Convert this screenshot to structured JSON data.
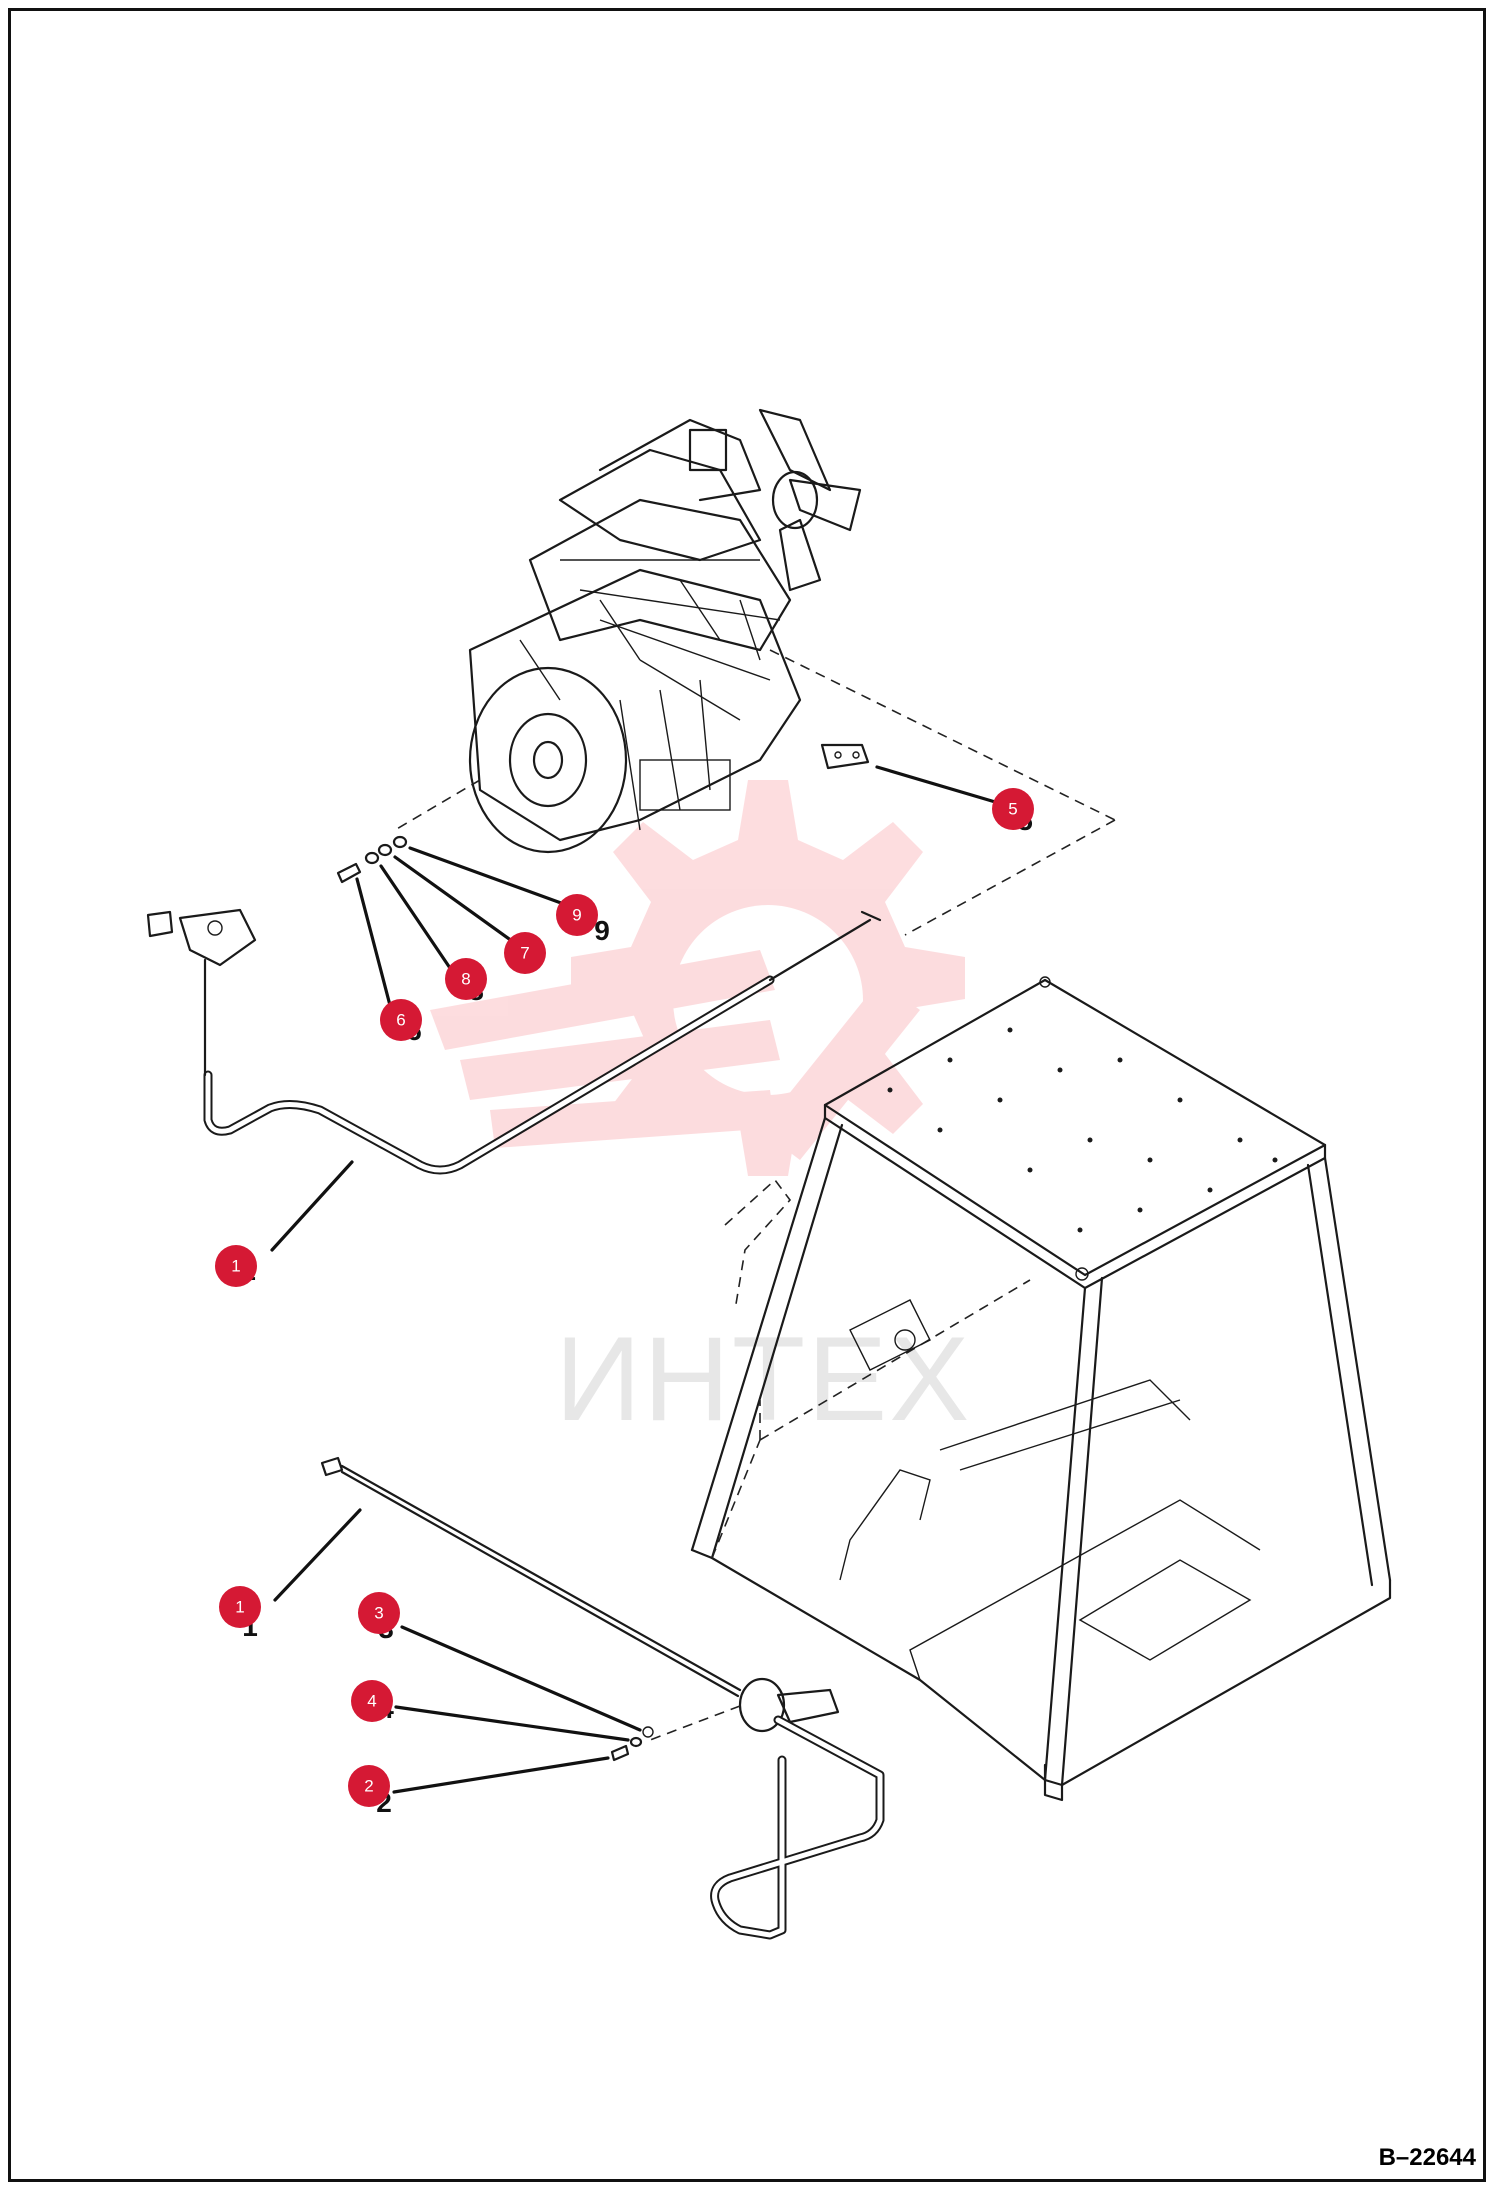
{
  "drawing_number": "B–22644",
  "watermark": {
    "text": "ИНТЕХ",
    "color": "#f4646e"
  },
  "callout_color": "#d51934",
  "callouts": [
    {
      "id": "callout-5",
      "label": "5"
    },
    {
      "id": "callout-9",
      "label": "9"
    },
    {
      "id": "callout-7",
      "label": "7"
    },
    {
      "id": "callout-8",
      "label": "8"
    },
    {
      "id": "callout-6",
      "label": "6"
    },
    {
      "id": "callout-1-upper",
      "label": "1"
    },
    {
      "id": "callout-1-lower",
      "label": "1"
    },
    {
      "id": "callout-3",
      "label": "3"
    },
    {
      "id": "callout-4",
      "label": "4"
    },
    {
      "id": "callout-2",
      "label": "2"
    }
  ]
}
